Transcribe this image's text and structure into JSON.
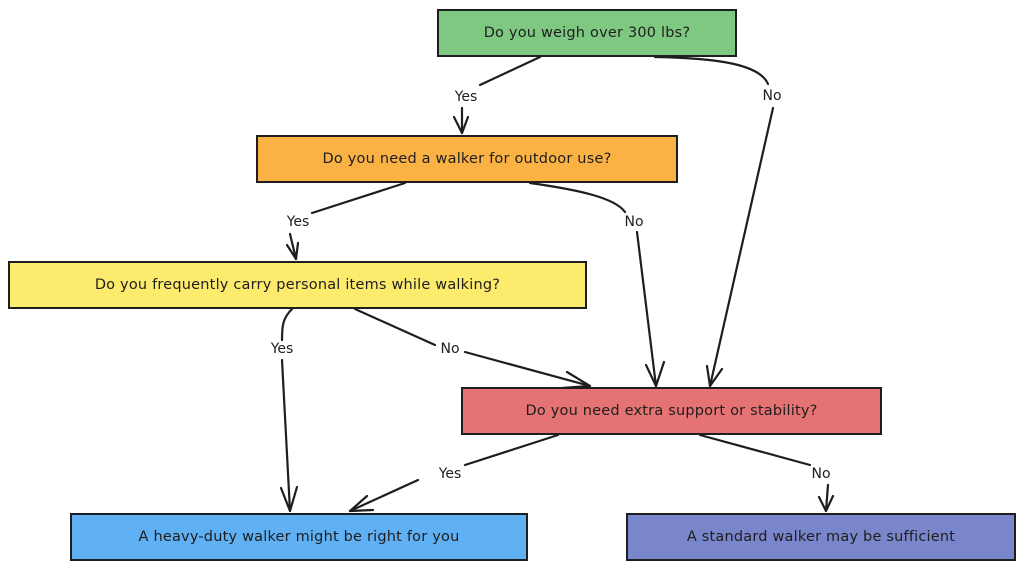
{
  "diagram": {
    "type": "decision-flowchart",
    "nodes": [
      {
        "id": "n1",
        "text": "Do you weigh over 300 lbs?",
        "color": "#7ec882"
      },
      {
        "id": "n2",
        "text": "Do you need a walker for outdoor use?",
        "color": "#fbb245"
      },
      {
        "id": "n3",
        "text": "Do you frequently carry personal items while walking?",
        "color": "#fdeb6d"
      },
      {
        "id": "n4",
        "text": "Do you need extra support or stability?",
        "color": "#e57373"
      },
      {
        "id": "n5",
        "text": "A heavy-duty walker might be right for you",
        "color": "#60b0f4"
      },
      {
        "id": "n6",
        "text": "A standard walker may be sufficient",
        "color": "#7986cb"
      }
    ],
    "edges": [
      {
        "from": "n1",
        "to": "n2",
        "label": "Yes"
      },
      {
        "from": "n1",
        "to": "n4",
        "label": "No"
      },
      {
        "from": "n2",
        "to": "n3",
        "label": "Yes"
      },
      {
        "from": "n2",
        "to": "n4",
        "label": "No"
      },
      {
        "from": "n3",
        "to": "n5",
        "label": "Yes"
      },
      {
        "from": "n3",
        "to": "n4",
        "label": "No"
      },
      {
        "from": "n4",
        "to": "n5",
        "label": "Yes"
      },
      {
        "from": "n4",
        "to": "n6",
        "label": "No"
      }
    ]
  }
}
